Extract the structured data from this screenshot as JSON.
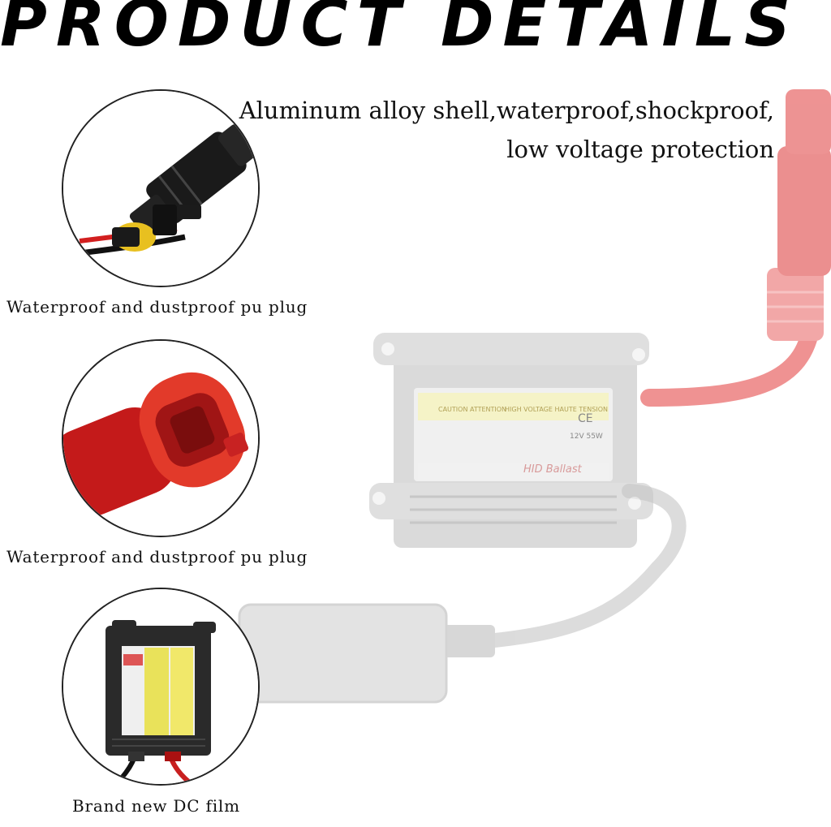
{
  "title": "PRODUCT DETAILS",
  "headline": {
    "line1": "Aluminum alloy shell,waterproof,shockproof,",
    "line2": "low voltage protection"
  },
  "features": [
    {
      "caption": "Waterproof and dustproof pu plug"
    },
    {
      "caption": "Waterproof and dustproof pu plug"
    },
    {
      "caption": "Brand new DC film"
    }
  ],
  "ballast_label": {
    "caution": "CAUTION ATTENTION",
    "high_voltage": "HIGH VOLTAGE HAUTE TENSION",
    "ce": "CE",
    "rating": "12V 55W",
    "name": "HID Ballast"
  },
  "colors": {
    "cable_red": "#e05a5a",
    "body_gray": "#cfcfcf",
    "label_yellow": "#f4ee7a"
  }
}
